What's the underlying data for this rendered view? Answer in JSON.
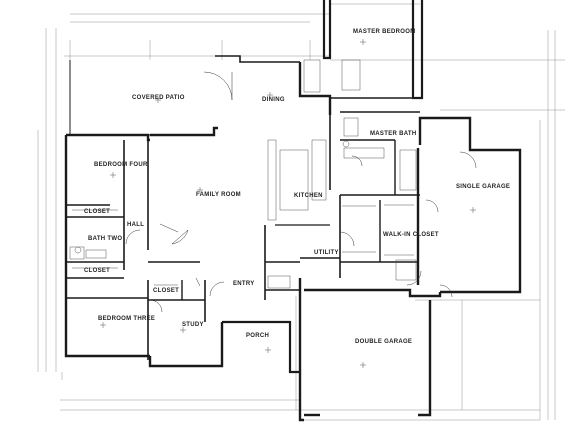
{
  "rooms": {
    "master_bedroom": "MASTER BEDROOM",
    "covered_patio": "COVERED PATIO",
    "dining": "DINING",
    "master_bath": "MASTER BATH",
    "bedroom_four": "BEDROOM FOUR",
    "family_room": "FAMILY ROOM",
    "kitchen": "KITCHEN",
    "single_garage": "SINGLE GARAGE",
    "closet_1": "CLOSET",
    "hall": "HALL",
    "bath_two": "BATH TWO",
    "walk_in_closet": "WALK-IN CLOSET",
    "closet_2": "CLOSET",
    "utility": "UTILITY",
    "closet_3": "CLOSET",
    "entry": "ENTRY",
    "bedroom_three": "BEDROOM THREE",
    "study": "STUDY",
    "porch": "PORCH",
    "double_garage": "DOUBLE GARAGE"
  },
  "colors": {
    "ink": "#1a1a1a",
    "paper": "#ffffff"
  }
}
